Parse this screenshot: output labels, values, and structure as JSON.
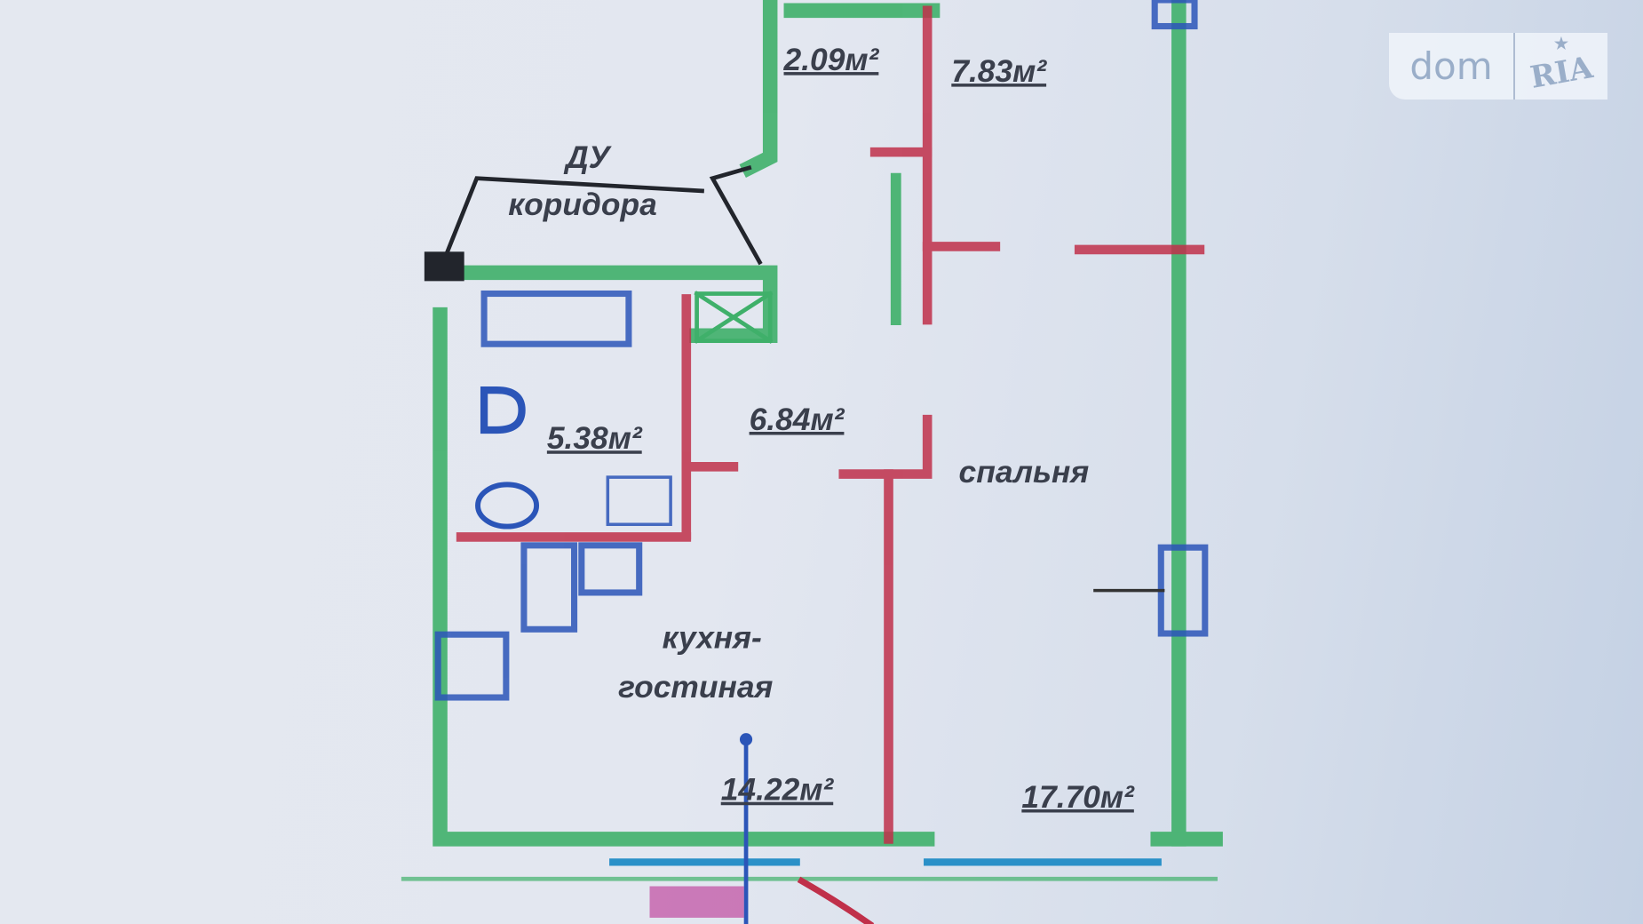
{
  "plan": {
    "rooms": [
      {
        "id": "storage",
        "area": "2.09м²"
      },
      {
        "id": "room-top",
        "area": "7.83м²"
      },
      {
        "id": "hall",
        "area": "6.84м²"
      },
      {
        "id": "bathroom",
        "area": "5.38м²"
      },
      {
        "id": "kitchen-living",
        "name": "кухня-гостиная",
        "area": "14.22м²"
      },
      {
        "id": "bedroom",
        "name": "спальня",
        "area": "17.70м²"
      }
    ],
    "shaft_label_1": "ДУ",
    "shaft_label_2": "коридора",
    "kitchen_name_1": "кухня-",
    "kitchen_name_2": "гостиная",
    "colors": {
      "outer_wall": "#3fb06a",
      "inner_wall": "#c0304a",
      "fixtures": "#2b55b8",
      "window": "#2a90c8"
    }
  },
  "watermark": {
    "brand": "domRIA",
    "part1": "dom",
    "part2": "RIA"
  }
}
